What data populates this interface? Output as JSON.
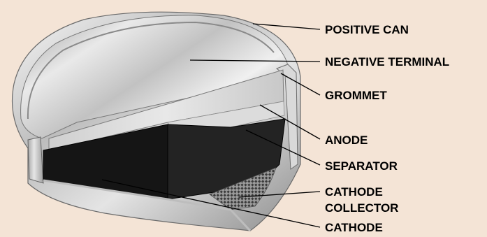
{
  "diagram": {
    "background_color": "#f4e4d6",
    "labels": {
      "positive_can": "POSITIVE CAN",
      "negative_terminal": "NEGATIVE TERMINAL",
      "grommet": "GROMMET",
      "anode": "ANODE",
      "separator": "SEPARATOR",
      "cathode_collector_line1": "CATHODE",
      "cathode_collector_line2": "COLLECTOR",
      "cathode": "CATHODE"
    }
  }
}
